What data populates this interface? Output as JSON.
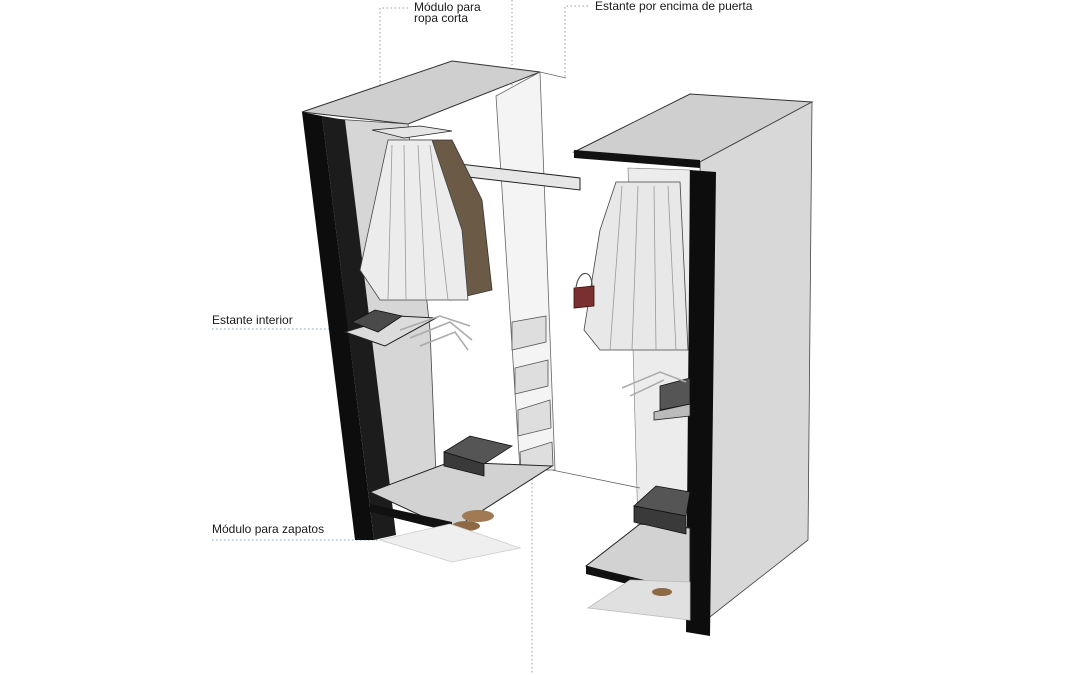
{
  "labels": {
    "short_clothes_line1": "Módulo para",
    "short_clothes_line2": "ropa corta",
    "over_door_shelf": "Estante por encima de puerta",
    "interior_shelf": "Estante interior",
    "shoe_module": "Módulo para zapatos"
  },
  "colors": {
    "panel_black": "#0d0d0d",
    "panel_gray": "#cfcfcf",
    "panel_light": "#e4e4e4",
    "leader": "#8aa0b3"
  }
}
